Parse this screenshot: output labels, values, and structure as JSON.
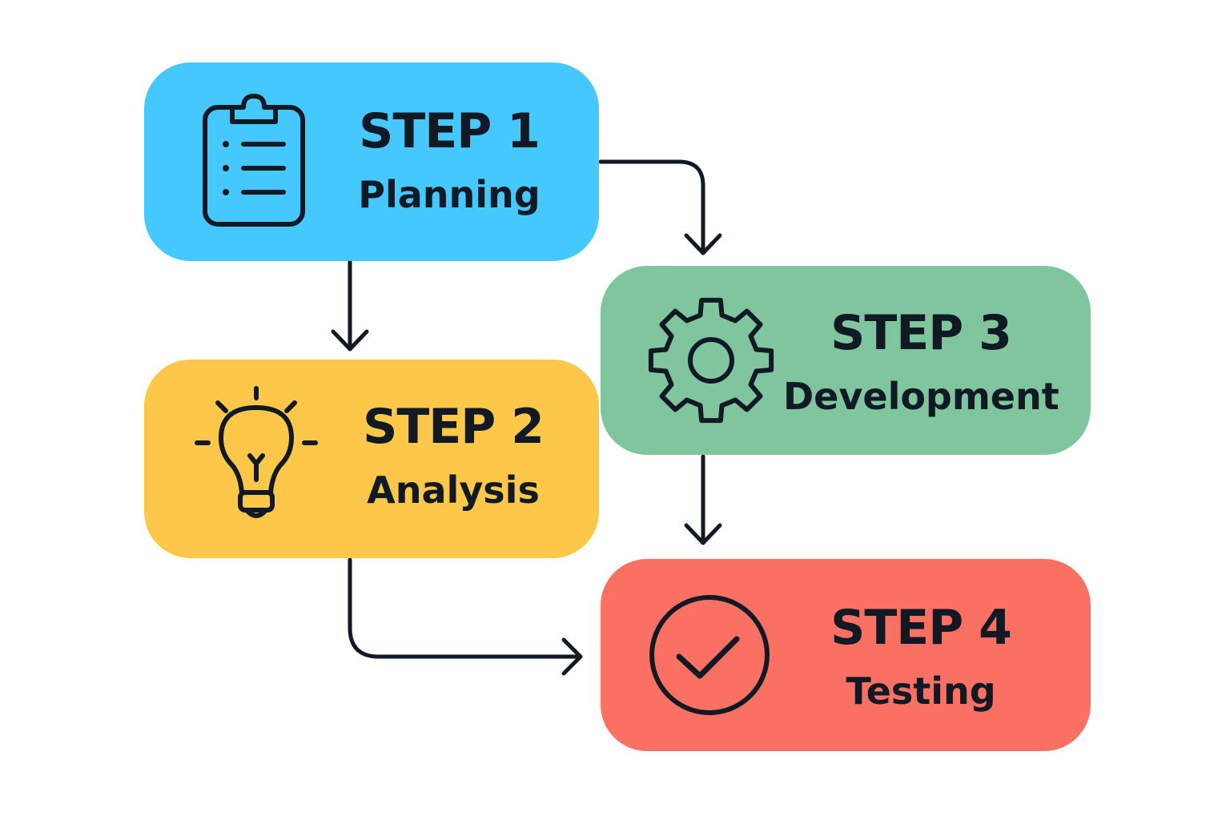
{
  "colors": {
    "ink": "#111a24",
    "background": "#ffffff"
  },
  "steps": [
    {
      "number": "STEP 1",
      "name": "Planning",
      "color": "#45c8fd",
      "icon": "clipboard-icon"
    },
    {
      "number": "STEP 2",
      "name": "Analysis",
      "color": "#fdc84a",
      "icon": "lightbulb-icon"
    },
    {
      "number": "STEP 3",
      "name": "Development",
      "color": "#7fc69f",
      "icon": "gear-icon"
    },
    {
      "number": "STEP 4",
      "name": "Testing",
      "color": "#fa7163",
      "icon": "check-circle-icon"
    }
  ],
  "connections": [
    {
      "from": "STEP 1",
      "to": "STEP 2"
    },
    {
      "from": "STEP 1",
      "to": "STEP 3"
    },
    {
      "from": "STEP 3",
      "to": "STEP 4"
    },
    {
      "from": "STEP 2",
      "to": "STEP 4"
    }
  ]
}
